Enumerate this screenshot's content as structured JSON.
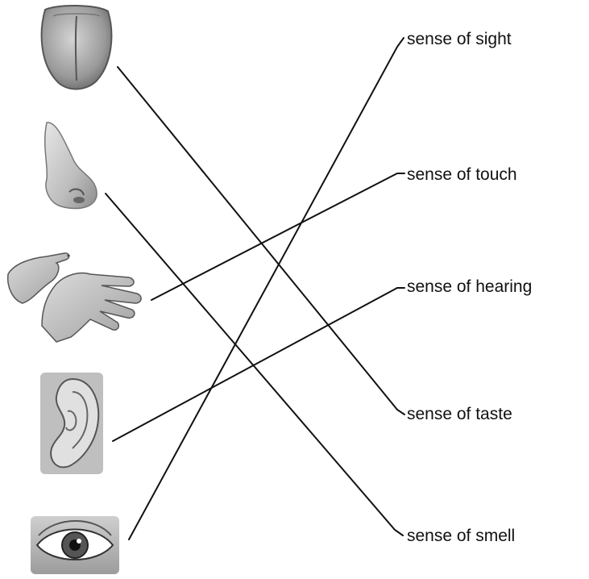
{
  "icons": [
    "tongue-icon",
    "nose-icon",
    "hand-icon",
    "ear-icon",
    "eye-icon"
  ],
  "labels": {
    "sight": "sense of sight",
    "touch": "sense of touch",
    "hearing": "sense of hearing",
    "taste": "sense of taste",
    "smell": "sense of smell"
  },
  "connections": [
    {
      "from": "tongue",
      "to": "sense of taste"
    },
    {
      "from": "nose",
      "to": "sense of smell"
    },
    {
      "from": "hand",
      "to": "sense of touch"
    },
    {
      "from": "ear",
      "to": "sense of hearing"
    },
    {
      "from": "eye",
      "to": "sense of sight"
    }
  ]
}
